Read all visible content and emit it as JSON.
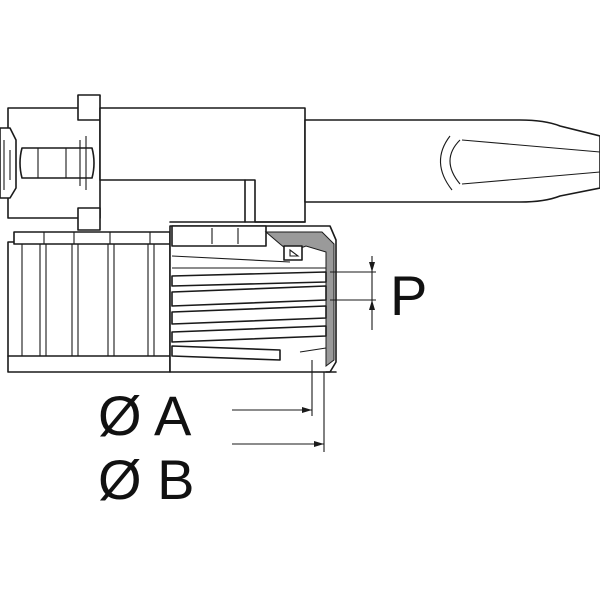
{
  "labels": {
    "pitch": "P",
    "diameter_a": "Ø A",
    "diameter_b": "Ø B"
  },
  "colors": {
    "line": "#1a1a1a",
    "background": "#ffffff",
    "section_fill": "#9a9a9a"
  }
}
